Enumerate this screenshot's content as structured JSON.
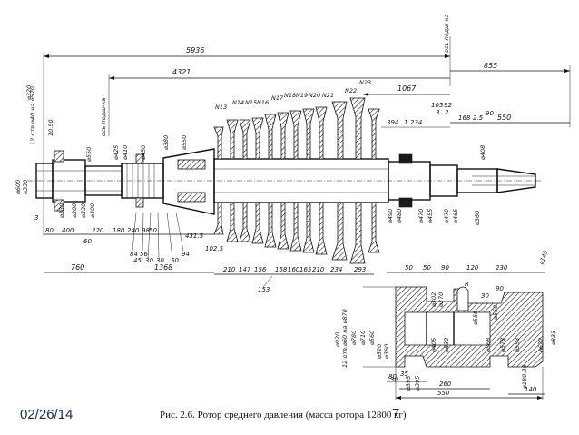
{
  "footer": {
    "date": "02/26/14",
    "page_number": "7"
  },
  "caption": "Рис. 2.6. Ротор среднего давления (масса ротора 12800 кг)",
  "rotor": {
    "overall_length": "5936",
    "length_4321": "4321",
    "length_855": "855",
    "length_1067": "1067",
    "length_550": "550",
    "stage_labels": [
      "N13",
      "N14",
      "N15",
      "N16",
      "N17",
      "N18",
      "N19",
      "N20",
      "N21",
      "N22",
      "N23"
    ],
    "axis_label_left": "ось подш-ка",
    "axis_label_right": "ось подш-ка",
    "top_dims": [
      "394",
      "1",
      "234",
      "105",
      "92",
      "3",
      "2",
      "168",
      "2.5",
      "90"
    ],
    "left_diameters": [
      "⌀600",
      "⌀330",
      "⌀320",
      "⌀330",
      "⌀380",
      "⌀400",
      "⌀550",
      "⌀425",
      "⌀410",
      "⌀450",
      "⌀380",
      "⌀550",
      "⌀330"
    ],
    "left_labels": [
      "12 отв.⌀40 на ⌀520",
      "10.50",
      "3"
    ],
    "bottom_dims": [
      "80",
      "400",
      "60",
      "220",
      "180",
      "240",
      "98",
      "50",
      "431.5",
      "102.5",
      "84",
      "56",
      "45",
      "30",
      "30",
      "50",
      "94"
    ],
    "bottom_dims_2": [
      "760",
      "1368",
      "210",
      "147",
      "156",
      "158",
      "160",
      "165",
      "210",
      "234",
      "293",
      "153"
    ],
    "right_diameters": [
      "⌀490",
      "⌀480",
      "⌀470",
      "⌀455",
      "⌀470",
      "⌀465",
      "⌀408",
      "⌀360"
    ],
    "right_label_top": "⌀145"
  },
  "detail": {
    "top_dims": [
      "50",
      "50",
      "90",
      "120",
      "230",
      "90"
    ],
    "inner_diameters": [
      "⌀302",
      "⌀270",
      "⌀405",
      "⌀632",
      "⌀559",
      "⌀568",
      "⌀578",
      "⌀553",
      "⌀622",
      "⌀833"
    ],
    "left_diameters": [
      "⌀920",
      "12 отв.⌀60 на ⌀870",
      "⌀780",
      "⌀710",
      "⌀560",
      "⌀520",
      "⌀360",
      "⌀395"
    ],
    "dims_misc": [
      "30",
      "35",
      "30",
      "⌀550",
      "⌀189.25",
      "⌀395",
      "R"
    ],
    "bottom_dims": [
      "80",
      "260",
      "550",
      "140"
    ]
  }
}
